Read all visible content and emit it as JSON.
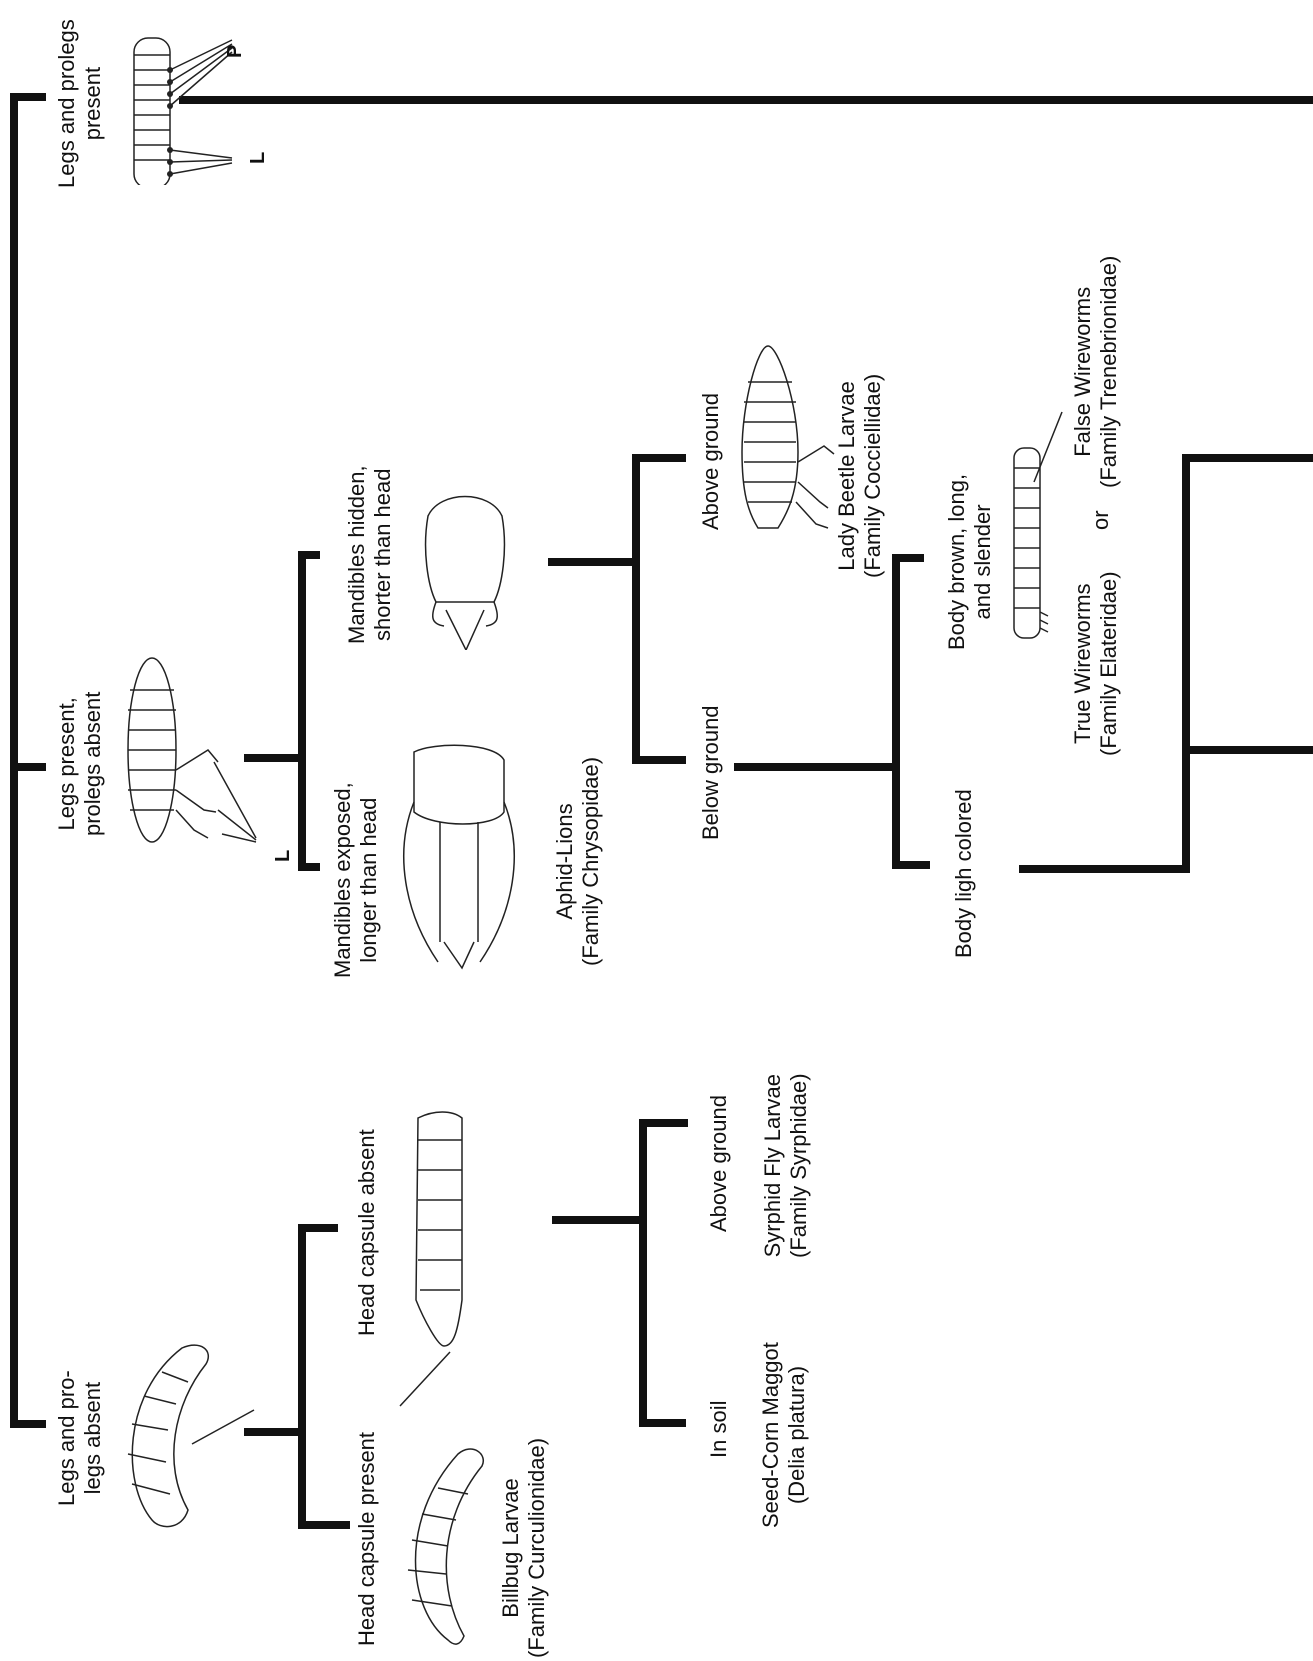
{
  "nodes": {
    "legs_prolegs_present": {
      "lines": [
        "Legs and prolegs",
        "present"
      ]
    },
    "legs_present_prolegs_absent": {
      "lines": [
        "Legs present,",
        "prolegs absent"
      ]
    },
    "legs_prolegs_absent": {
      "lines": [
        "Legs and pro-",
        "legs absent"
      ]
    },
    "mandibles_hidden": {
      "lines": [
        "Mandibles hidden,",
        "shorter than head"
      ]
    },
    "mandibles_exposed": {
      "lines": [
        "Mandibles exposed,",
        "longer than head"
      ]
    },
    "above_ground_1": {
      "lines": [
        "Above ground"
      ]
    },
    "below_ground": {
      "lines": [
        "Below ground"
      ]
    },
    "body_brown": {
      "lines": [
        "Body brown, long,",
        "and slender"
      ]
    },
    "body_light": {
      "lines": [
        "Body ligh colored"
      ]
    },
    "head_capsule_absent": {
      "lines": [
        "Head capsule absent"
      ]
    },
    "head_capsule_present": {
      "lines": [
        "Head capsule present"
      ]
    },
    "above_ground_2": {
      "lines": [
        "Above ground"
      ]
    },
    "in_soil": {
      "lines": [
        "In soil"
      ]
    }
  },
  "taxa": {
    "lady_beetle": {
      "lines": [
        "Lady Beetle Larvae",
        "(Family Cocciellidae)"
      ]
    },
    "aphid_lions": {
      "lines": [
        "Aphid-Lions",
        "(Family Chrysopidae)"
      ]
    },
    "false_wireworms": {
      "lines": [
        "False Wireworms",
        "(Family Trenebrionidae)"
      ]
    },
    "true_wireworms": {
      "lines": [
        "True Wireworms",
        "(Family Elateridae)"
      ]
    },
    "or_word": "or",
    "syrphid": {
      "lines": [
        "Syrphid Fly Larvae",
        "(Family Syrphidae)"
      ]
    },
    "seed_corn": {
      "lines": [
        "Seed-Corn Maggot",
        "(Delia platura)"
      ]
    },
    "billbug": {
      "lines": [
        "Billbug Larvae",
        "(Family Curculionidae)"
      ]
    }
  },
  "letters": {
    "prolegs": "P",
    "legs_a": "L",
    "legs_b": "L"
  },
  "colors": {
    "lines": "#111111",
    "drawing": "#222222",
    "background": "#ffffff"
  }
}
